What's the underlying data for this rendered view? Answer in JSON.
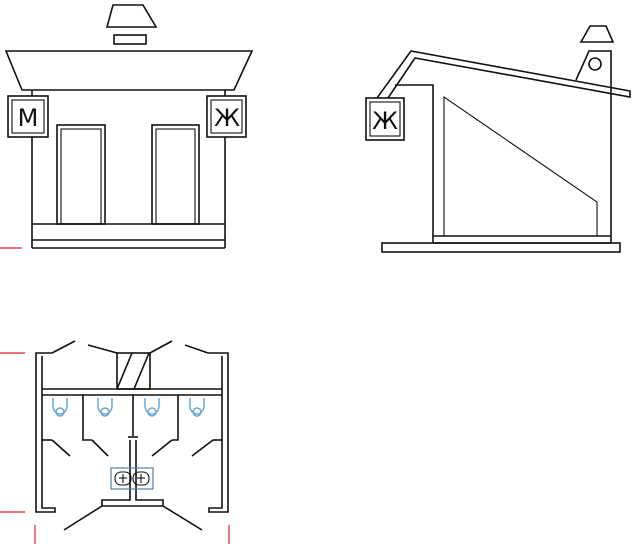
{
  "drawing": {
    "front_view": {
      "sign_left": "М",
      "sign_right": "Ж"
    },
    "side_view": {
      "sign": "Ж"
    },
    "plan_view": {
      "toilet_count": 4
    },
    "colors": {
      "line": "#111111",
      "fixtures": "#6aa6d8",
      "dimension": "#e0202a"
    }
  }
}
